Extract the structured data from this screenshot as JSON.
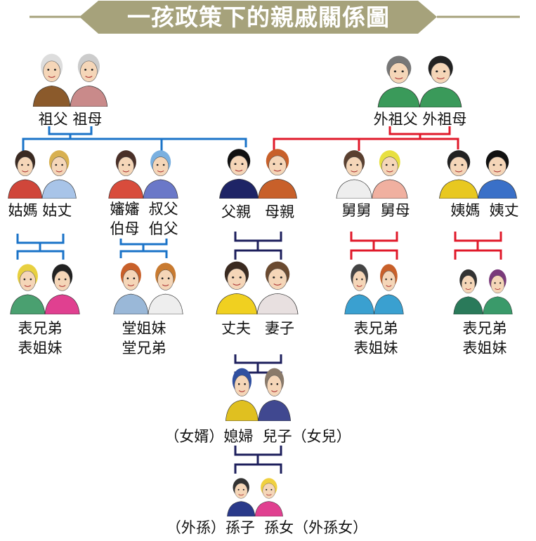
{
  "title": "一孩政策下的親戚關係圖",
  "colors": {
    "banner": "#a6a27b",
    "paternal": "#1a73c8",
    "maternal": "#e0192a",
    "direct": "#1d1f5c"
  },
  "grandparents": {
    "left": "祖父",
    "right": "祖母"
  },
  "maternal_grandparents": {
    "left": "外祖父",
    "right": "外祖母"
  },
  "aunt_paternal": {
    "left": "姑媽",
    "right": "姑丈"
  },
  "uncle_paternal": {
    "line1_left": "嬸嬸",
    "line1_right": "叔父",
    "line2_left": "伯母",
    "line2_right": "伯父"
  },
  "parents": {
    "left": "父親",
    "right": "母親"
  },
  "uncle_maternal": {
    "left": "舅舅",
    "right": "舅母"
  },
  "aunt_maternal": {
    "left": "姨媽",
    "right": "姨丈"
  },
  "cousins_1": {
    "line1": "表兄弟",
    "line2": "表姐妹"
  },
  "cousins_2": {
    "line1": "堂姐妹",
    "line2": "堂兄弟"
  },
  "self": {
    "left": "丈夫",
    "right": "妻子"
  },
  "cousins_3": {
    "line1": "表兄弟",
    "line2": "表姐妹"
  },
  "cousins_4": {
    "line1": "表兄弟",
    "line2": "表姐妹"
  },
  "children": {
    "left": "（女婿）媳婦",
    "right": "兒子（女兒）"
  },
  "grandchildren": {
    "left": "（外孫）孫子",
    "right": "孫女（外孫女）"
  },
  "pictures": [
    {
      "name": "grandparents-picture",
      "hair": [
        "#dddddd",
        "#cccccc"
      ],
      "body": [
        "#8b5a2b",
        "#c98a8a"
      ]
    },
    {
      "name": "maternal-grandparents-picture",
      "hair": [
        "#777777",
        "#222222"
      ],
      "body": [
        "#3a9a5a",
        "#3a9a5a"
      ]
    },
    {
      "name": "paternal-aunt-couple-picture",
      "hair": [
        "#3a2a22",
        "#d8b050"
      ],
      "body": [
        "#d0463a",
        "#a8c4e8"
      ]
    },
    {
      "name": "paternal-uncle-couple-picture",
      "hair": [
        "#4a3028",
        "#7ab0e0"
      ],
      "body": [
        "#d84c3c",
        "#6a78c8"
      ]
    },
    {
      "name": "parents-picture",
      "hair": [
        "#111111",
        "#c8602a"
      ],
      "body": [
        "#1e2466",
        "#c8602a"
      ]
    },
    {
      "name": "maternal-uncle-couple-picture",
      "hair": [
        "#5a4030",
        "#e8e040"
      ],
      "body": [
        "#eeeeee",
        "#f0b0a0"
      ]
    },
    {
      "name": "maternal-aunt-couple-picture",
      "hair": [
        "#222222",
        "#111111"
      ],
      "body": [
        "#e8c820",
        "#3a70c8"
      ]
    },
    {
      "name": "cousins-1-picture",
      "hair": [
        "#e8d040",
        "#222222"
      ],
      "body": [
        "#4aa070",
        "#e04090"
      ]
    },
    {
      "name": "cousins-2-picture",
      "hair": [
        "#c8602a",
        "#c87a30"
      ],
      "body": [
        "#9ab8d8",
        "#eeeeee"
      ]
    },
    {
      "name": "self-couple-picture",
      "hair": [
        "#3a2a20",
        "#6a4a30"
      ],
      "body": [
        "#f0d020",
        "#e8e0e0"
      ]
    },
    {
      "name": "cousins-3-picture",
      "hair": [
        "#444444",
        "#c8602a"
      ],
      "body": [
        "#3aa0d0",
        "#3aa0d0"
      ]
    },
    {
      "name": "cousins-4-picture",
      "hair": [
        "#333333",
        "#7a3a7a"
      ],
      "body": [
        "#2a7a5a",
        "#3a9a6a"
      ]
    },
    {
      "name": "children-picture",
      "hair": [
        "#3050a0",
        "#8a7a6a"
      ],
      "body": [
        "#e0c020",
        "#404890"
      ]
    },
    {
      "name": "grandchildren-picture",
      "hair": [
        "#333333",
        "#f0d040"
      ],
      "body": [
        "#2a3a8a",
        "#e04090"
      ]
    }
  ]
}
